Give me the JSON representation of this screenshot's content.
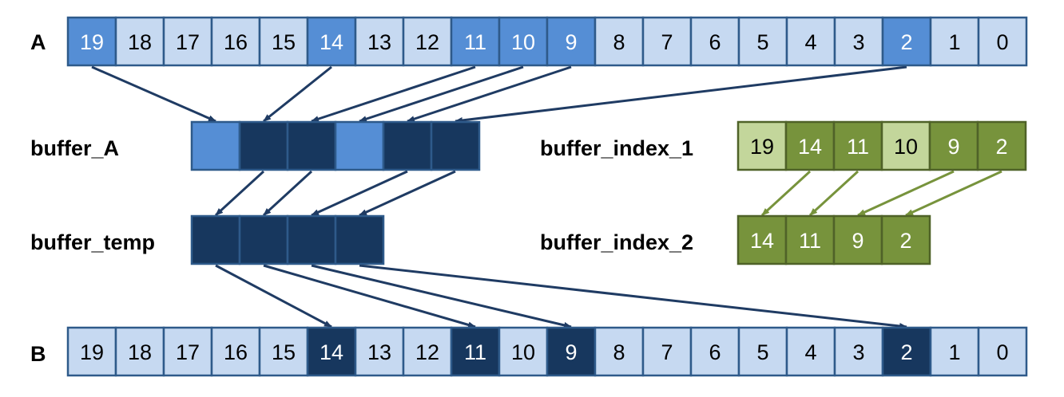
{
  "colors": {
    "light_blue": "#c6d9f1",
    "mid_blue": "#558ed5",
    "dark_blue": "#17375e",
    "blue_border": "#2e5a8a",
    "blue_arrow": "#1f3b63",
    "light_green": "#c3d69b",
    "green": "#77933c",
    "green_border": "#4f6228",
    "green_arrow": "#77933c"
  },
  "labels": {
    "A": "A",
    "B": "B",
    "buffer_A": "buffer_A",
    "buffer_temp": "buffer_temp",
    "buffer_index_1": "buffer_index_1",
    "buffer_index_2": "buffer_index_2"
  },
  "array_A": {
    "values": [
      "19",
      "18",
      "17",
      "16",
      "15",
      "14",
      "13",
      "12",
      "11",
      "10",
      "9",
      "8",
      "7",
      "6",
      "5",
      "4",
      "3",
      "2",
      "1",
      "0"
    ],
    "highlighted": [
      "19",
      "14",
      "11",
      "10",
      "9",
      "2"
    ]
  },
  "buffer_A": {
    "cells": [
      "mid",
      "dark",
      "dark",
      "mid",
      "dark",
      "dark"
    ]
  },
  "buffer_temp": {
    "cells": [
      "dark",
      "dark",
      "dark",
      "dark"
    ]
  },
  "buffer_index_1": {
    "values": [
      "19",
      "14",
      "11",
      "10",
      "9",
      "2"
    ],
    "shades": [
      "light",
      "dark",
      "dark",
      "light",
      "dark",
      "dark"
    ]
  },
  "buffer_index_2": {
    "values": [
      "14",
      "11",
      "9",
      "2"
    ]
  },
  "array_B": {
    "values": [
      "19",
      "18",
      "17",
      "16",
      "15",
      "14",
      "13",
      "12",
      "11",
      "10",
      "9",
      "8",
      "7",
      "6",
      "5",
      "4",
      "3",
      "2",
      "1",
      "0"
    ],
    "highlighted": [
      "14",
      "11",
      "9",
      "2"
    ]
  },
  "connections": {
    "A_to_buffer_A": [
      [
        0,
        0
      ],
      [
        5,
        1
      ],
      [
        8,
        2
      ],
      [
        9,
        3
      ],
      [
        10,
        4
      ],
      [
        17,
        5
      ]
    ],
    "buffer_A_to_buffer_temp": [
      [
        1,
        0
      ],
      [
        2,
        1
      ],
      [
        4,
        2
      ],
      [
        5,
        3
      ]
    ],
    "buffer_temp_to_B": [
      [
        0,
        5
      ],
      [
        1,
        8
      ],
      [
        2,
        10
      ],
      [
        3,
        17
      ]
    ],
    "index_1_to_index_2": [
      [
        1,
        0
      ],
      [
        2,
        1
      ],
      [
        4,
        2
      ],
      [
        5,
        3
      ]
    ]
  }
}
